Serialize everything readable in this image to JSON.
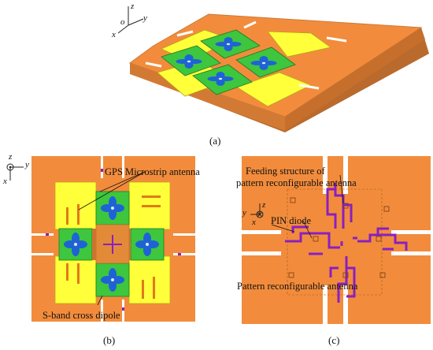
{
  "figure": {
    "captions": {
      "a": "(a)",
      "b": "(b)",
      "c": "(c)"
    },
    "axes": {
      "a": {
        "z": "z",
        "x": "x",
        "y": "y",
        "origin": "o"
      },
      "b": {
        "z": "z",
        "x": "x",
        "y": "y"
      },
      "c": {
        "z": "z",
        "x": "x",
        "y": "y"
      }
    },
    "labels": {
      "gps_antenna": "GPS Microstrip antenna",
      "s_band_dipole": "S-band cross dipole",
      "feeding_line1": "Feeding structure of",
      "feeding_line2": "pattern reconfigurable antenna",
      "pin_diode": "PIN diode",
      "pattern_antenna": "Pattern reconfigurable antenna"
    },
    "colors": {
      "substrate": "#f28c3c",
      "patch": "#ffff3a",
      "ground_green": "#3ec63e",
      "dipole_blue": "#1e63d6",
      "feed_purple": "#8a1fc0"
    }
  }
}
